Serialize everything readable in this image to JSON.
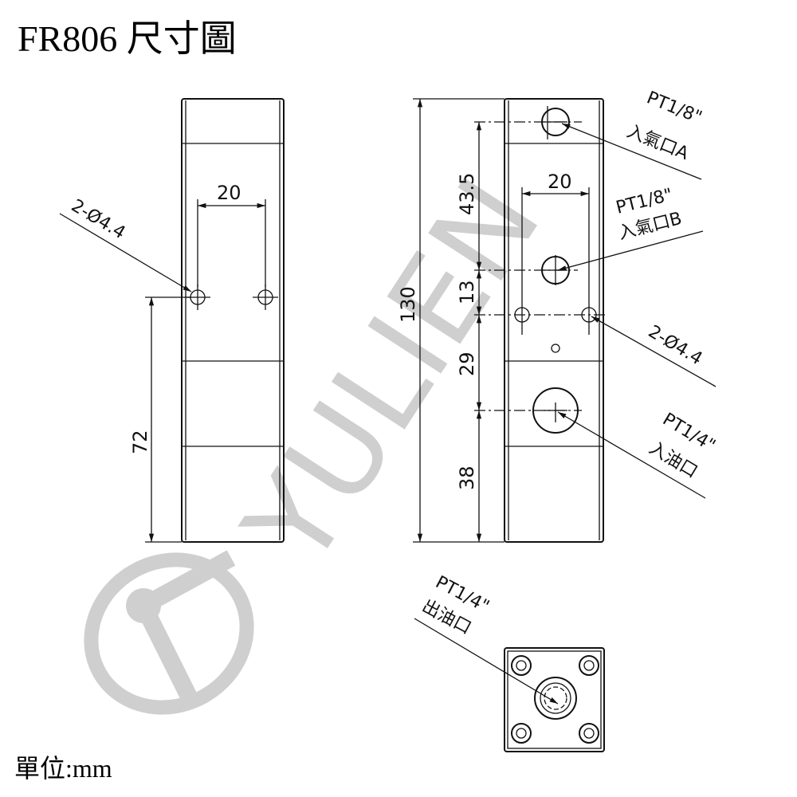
{
  "title": "FR806 尺寸圖",
  "unit_label": "單位:mm",
  "watermark": "YULIEN",
  "left_view": {
    "hole_spacing": "20",
    "hole_callout": "2-Ø4.4",
    "hole_height": "72"
  },
  "front_view": {
    "overall_height": "130",
    "hole_spacing": "20",
    "chain_dims": [
      "43.5",
      "13",
      "29",
      "38"
    ],
    "port_a": {
      "size": "PT1/8\"",
      "name": "入氣口A"
    },
    "port_b": {
      "size": "PT1/8\"",
      "name": "入氣口B"
    },
    "hole_callout": "2-Ø4.4",
    "oil_inlet": {
      "size": "PT1/4\"",
      "name": "入油口"
    }
  },
  "bottom_view": {
    "oil_outlet": {
      "size": "PT1/4\"",
      "name": "出油口"
    }
  }
}
